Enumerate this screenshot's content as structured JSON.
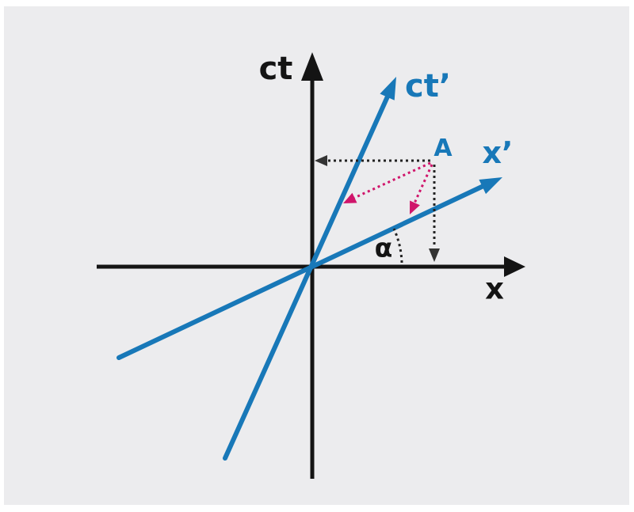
{
  "figure": {
    "type": "minkowski-spacetime-diagram",
    "axes": {
      "ct_label": "ct",
      "x_label": "x",
      "ct_prime_label": "ct’",
      "x_prime_label": "x’"
    },
    "event": {
      "label": "A"
    },
    "angle": {
      "label": "α",
      "between": [
        "x",
        "x’"
      ]
    }
  },
  "colors": {
    "bg": "#ffffff",
    "panel": "#ececee",
    "axis": "#141414",
    "blue": "#1878b8",
    "pink": "#d0156b",
    "dotted": "#232323",
    "arrow": "#333333"
  }
}
